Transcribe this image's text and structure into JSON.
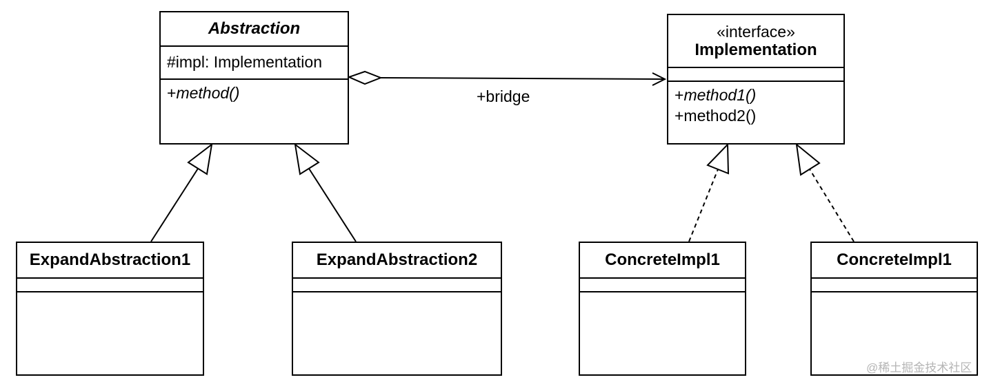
{
  "abstraction": {
    "name": "Abstraction",
    "attribute": "#impl: Implementation",
    "method_vis": "+",
    "method_name": "method()"
  },
  "implementation": {
    "stereotype": "«interface»",
    "name": "Implementation",
    "method1_vis": "+",
    "method1_name": "method1()",
    "method2": "+method2()"
  },
  "expand1": {
    "name": "ExpandAbstraction1"
  },
  "expand2": {
    "name": "ExpandAbstraction2"
  },
  "concrete1": {
    "name": "ConcreteImpl1"
  },
  "concrete2": {
    "name": "ConcreteImpl1"
  },
  "association": {
    "label": "+bridge"
  },
  "watermark": "@稀土掘金技术社区"
}
